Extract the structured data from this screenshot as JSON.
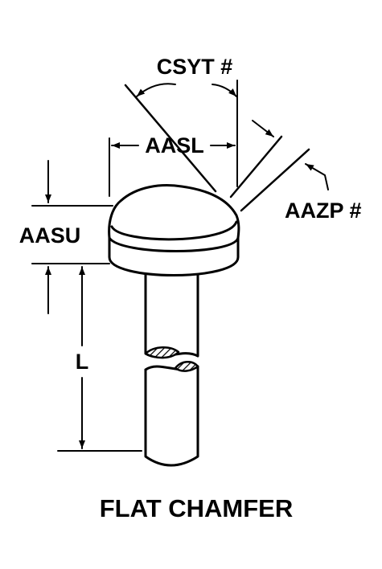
{
  "diagram": {
    "caption": "FLAT CHAMFER",
    "labels": {
      "angle": "CSYT #",
      "head_diameter": "AASL",
      "chamfer_width": "AAZP #",
      "head_height": "AASU",
      "length": "L"
    },
    "colors": {
      "ink": "#000000",
      "paper": "#ffffff"
    }
  }
}
